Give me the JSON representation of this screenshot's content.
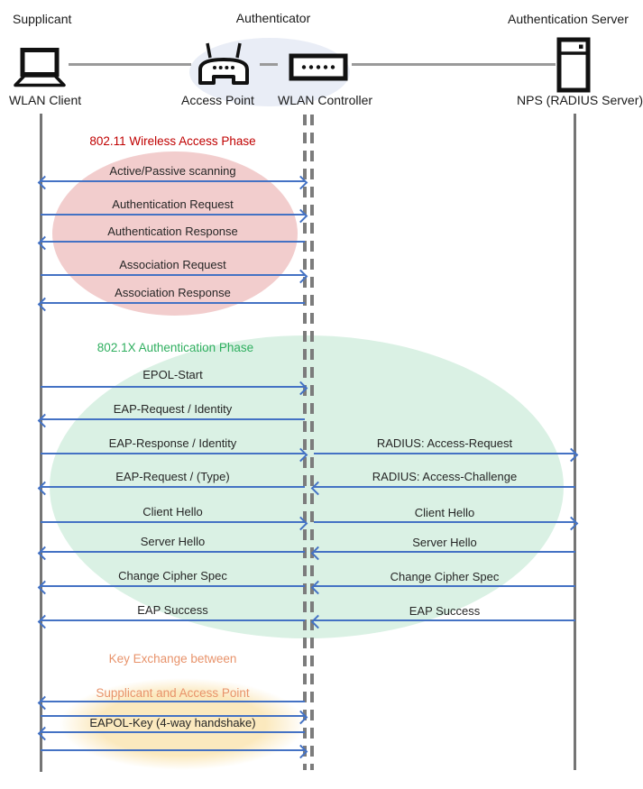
{
  "actors": {
    "supplicant": {
      "role": "Supplicant",
      "device": "WLAN Client",
      "icon": "laptop-icon"
    },
    "authenticator": {
      "role": "Authenticator",
      "access_point": "Access Point",
      "access_point_icon": "access-point-icon",
      "wlan_controller": "WLAN Controller",
      "wlan_controller_icon": "wlan-controller-icon"
    },
    "authentication_server": {
      "role": "Authentication Server",
      "device": "NPS (RADIUS Server)",
      "icon": "server-icon"
    }
  },
  "phases": {
    "wireless_access": {
      "title": "802.11 Wireless Access Phase",
      "text_color": "#C00000",
      "fill_color": "#F2CDCD",
      "messages": [
        {
          "label": "Active/Passive scanning",
          "direction": "both"
        },
        {
          "label": "Authentication Request",
          "direction": "right"
        },
        {
          "label": "Authentication Response",
          "direction": "left"
        },
        {
          "label": "Association Request",
          "direction": "right"
        },
        {
          "label": "Association Response",
          "direction": "left"
        }
      ]
    },
    "authentication": {
      "title": "802.1X Authentication Phase",
      "text_color": "#2FAF5F",
      "fill_color": "#DAF1E4",
      "rows": [
        {
          "left": {
            "label": "EPOL-Start",
            "direction": "right"
          }
        },
        {
          "left": {
            "label": "EAP-Request / Identity",
            "direction": "left"
          }
        },
        {
          "left": {
            "label": "EAP-Response / Identity",
            "direction": "right"
          },
          "right": {
            "label": "RADIUS: Access-Request",
            "direction": "right"
          }
        },
        {
          "left": {
            "label": "EAP-Request / (Type)",
            "direction": "left"
          },
          "right": {
            "label": "RADIUS: Access-Challenge",
            "direction": "left"
          }
        },
        {
          "left": {
            "label": "Client Hello",
            "direction": "right"
          },
          "right": {
            "label": "Client Hello",
            "direction": "right"
          }
        },
        {
          "left": {
            "label": "Server Hello",
            "direction": "left"
          },
          "right": {
            "label": "Server Hello",
            "direction": "left"
          }
        },
        {
          "left": {
            "label": "Change Cipher Spec",
            "direction": "left"
          },
          "right": {
            "label": "Change Cipher Spec",
            "direction": "left"
          }
        },
        {
          "left": {
            "label": "EAP Success",
            "direction": "left"
          },
          "right": {
            "label": "EAP Success",
            "direction": "left"
          }
        }
      ]
    },
    "key_exchange": {
      "title_line1": "Key Exchange between",
      "title_line2": "Supplicant and Access Point",
      "text_color": "#E8936B",
      "fill_color": "#FBE9BE",
      "label": "EAPOL-Key (4-way handshake)",
      "arrows": [
        "left",
        "right",
        "left",
        "right"
      ]
    }
  },
  "colors": {
    "arrow": "#4472C4",
    "lifeline": "#757575",
    "authenticator_fill": "#E9EDF6"
  }
}
